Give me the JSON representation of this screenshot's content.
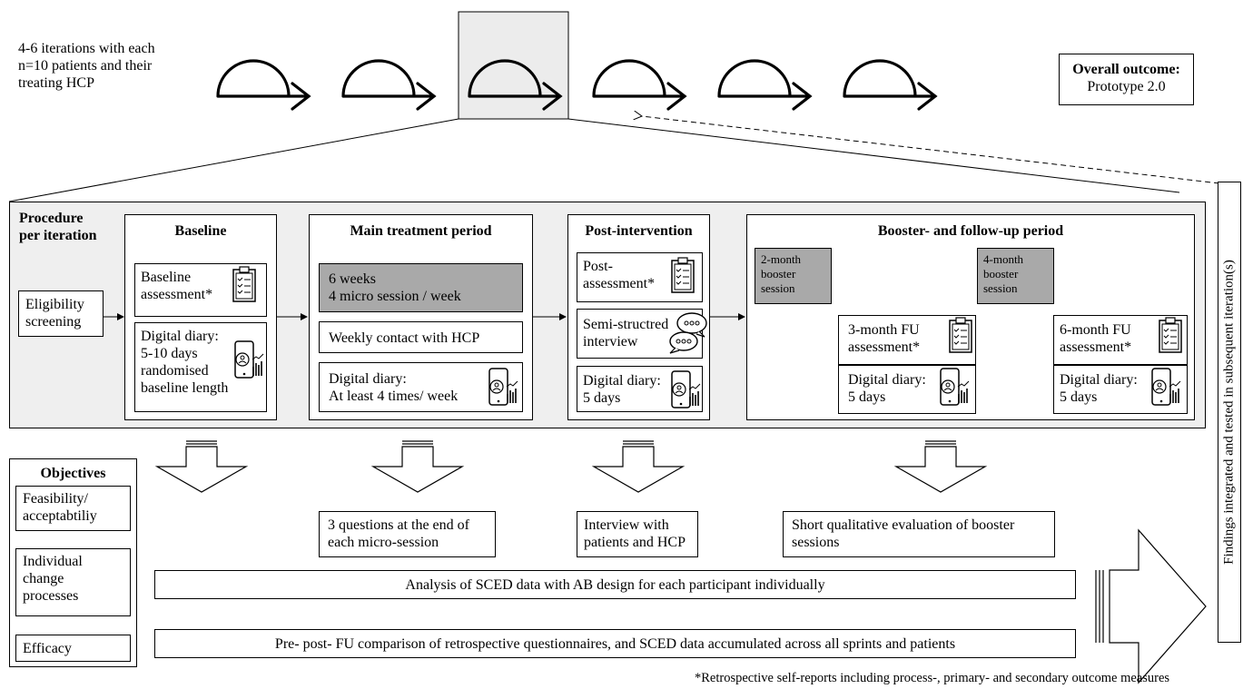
{
  "iterations_label": "4-6 iterations with each\nn=10 patients and their\ntreating HCP",
  "overall_outcome": {
    "title": "Overall outcome:",
    "value": "Prototype 2.0"
  },
  "procedure_label": "Procedure\nper iteration",
  "eligibility": "Eligibility\nscreening",
  "baseline": {
    "title": "Baseline",
    "assessment": "Baseline\nassessment*",
    "diary": "Digital diary:\n5-10 days\nrandomised\nbaseline length"
  },
  "main": {
    "title": "Main treatment period",
    "sessions": "6 weeks\n4 micro session / week",
    "contact": "Weekly contact with HCP",
    "diary": "Digital diary:\nAt least 4 times/ week"
  },
  "post": {
    "title": "Post-intervention",
    "assessment": "Post-\nassessment*",
    "interview": "Semi-structred\ninterview",
    "diary": "Digital diary:\n5 days"
  },
  "booster": {
    "title": "Booster- and follow-up period",
    "session2": "2-month\nbooster\nsession",
    "session4": "4-month\nbooster\nsession",
    "fu3": "3-month FU\nassessment*",
    "fu3_diary": "Digital diary:\n5 days",
    "fu6": "6-month FU\nassessment*",
    "fu6_diary": "Digital diary:\n5 days"
  },
  "objectives": {
    "title": "Objectives",
    "items": [
      "Feasibility/\nacceptabtiliy",
      "Individual\nchange\nprocesses",
      "Efficacy"
    ]
  },
  "evaluations": {
    "main": "3 questions at the end of\neach micro-session",
    "post": "Interview with\npatients and HCP",
    "booster": "Short qualitative evaluation of booster\nsessions"
  },
  "analysis": {
    "sced": "Analysis of SCED data with AB design for each participant individually",
    "comparison": "Pre- post- FU comparison of retrospective questionnaires, and SCED data accumulated across all sprints and patients"
  },
  "side_label": "Findings integrated and tested in subsequent iteration(s)",
  "footnote": "*Retrospective self-reports including process-, primary- and secondary outcome measures"
}
